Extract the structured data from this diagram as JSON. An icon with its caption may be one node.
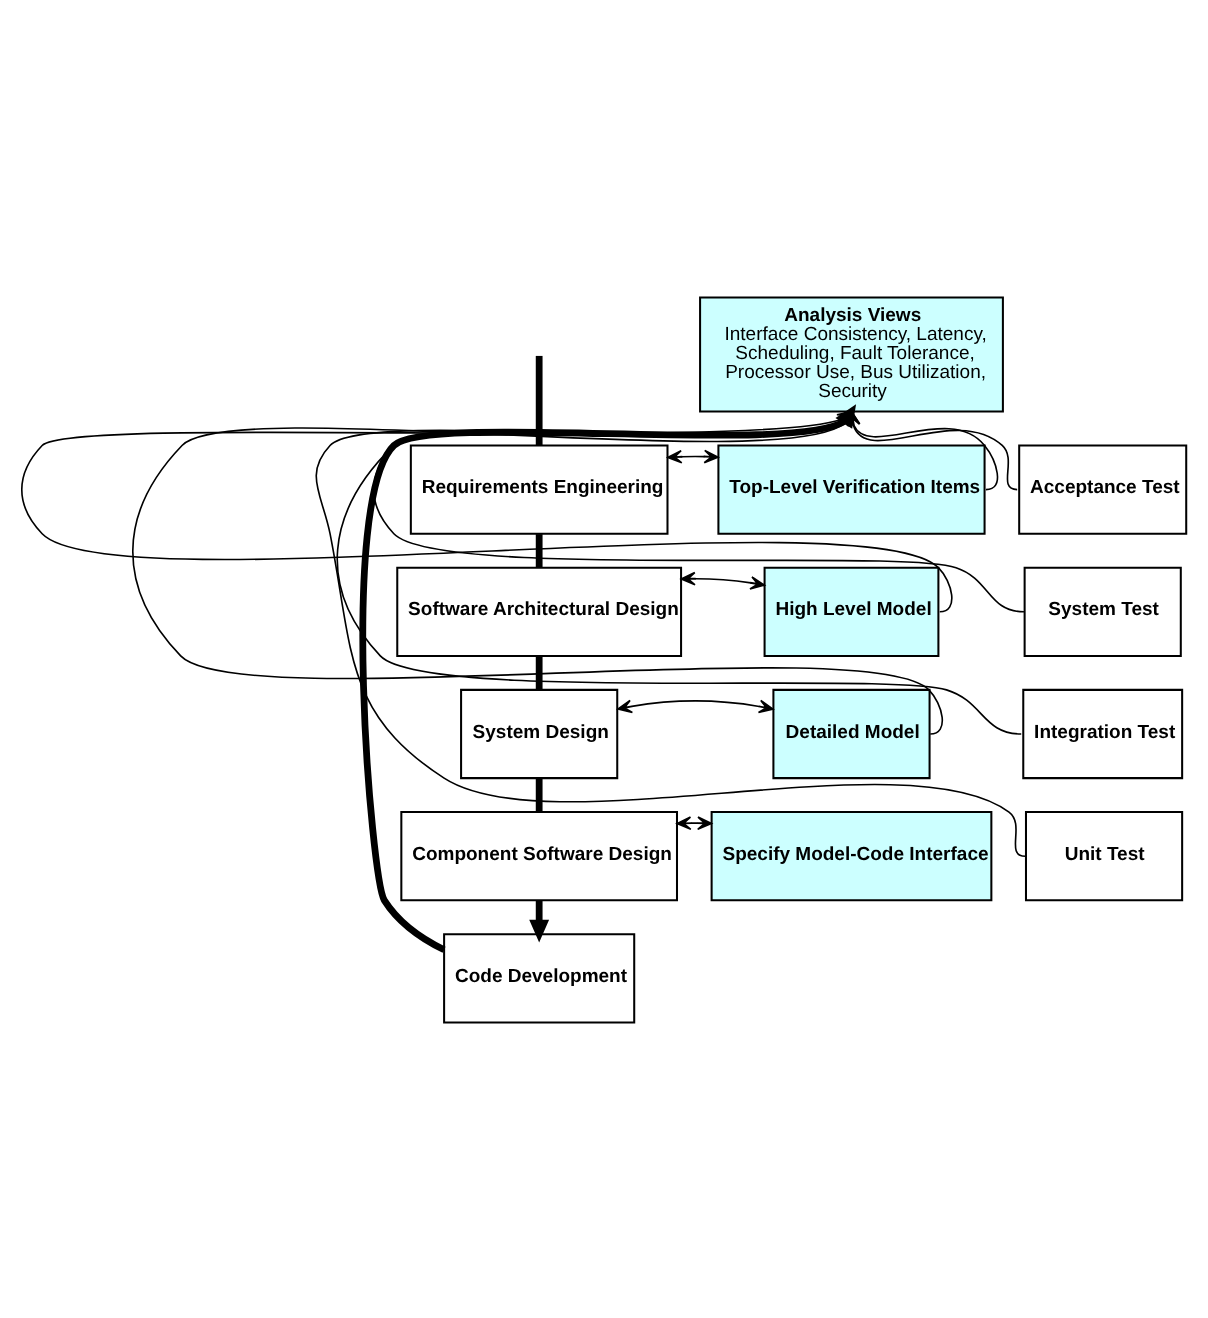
{
  "diagram": {
    "nodes": [
      {
        "text": [
          "Analysis Views",
          "Interface Consistency, Latency, Scheduling, Fault Tolerance, Processor Use, Bus Utilization, Security"
        ]
      },
      {
        "text": [
          "Requirements Engineering"
        ]
      },
      {
        "text": [
          "Top-Level Verification Items"
        ]
      },
      {
        "text": [
          "Acceptance Test"
        ]
      },
      {
        "text": [
          "Software Architectural Design"
        ]
      },
      {
        "text": [
          "High Level Model"
        ]
      },
      {
        "text": [
          "System Test"
        ]
      },
      {
        "text": [
          "System Design"
        ]
      },
      {
        "text": [
          "Detailed Model"
        ]
      },
      {
        "text": [
          "Integration Test"
        ]
      },
      {
        "text": [
          "Component Software Design"
        ]
      },
      {
        "text": [
          "Specify Model-Code Interface"
        ]
      },
      {
        "text": [
          "Unit Test"
        ]
      },
      {
        "text": [
          "Code Development"
        ]
      }
    ],
    "edges": [
      {
        "from": null,
        "to": 1,
        "arrow": "none",
        "style": "thick"
      },
      {
        "from": 1,
        "to": 4,
        "arrow": "none",
        "style": "thick"
      },
      {
        "from": 4,
        "to": 7,
        "arrow": "none",
        "style": "thick"
      },
      {
        "from": 7,
        "to": 10,
        "arrow": "none",
        "style": "thick"
      },
      {
        "from": 10,
        "to": 13,
        "arrow": "to",
        "style": "thick"
      },
      {
        "from": 1,
        "to": 2,
        "arrow": "both"
      },
      {
        "from": 4,
        "to": 5,
        "arrow": "both"
      },
      {
        "from": 7,
        "to": 8,
        "arrow": "both"
      },
      {
        "from": 10,
        "to": 11,
        "arrow": "both"
      },
      {
        "from": 2,
        "to": 0,
        "arrow": "to"
      },
      {
        "from": 5,
        "to": 0,
        "arrow": "to"
      },
      {
        "from": 8,
        "to": 0,
        "arrow": "to"
      },
      {
        "from": 3,
        "to": 0,
        "arrow": "to"
      },
      {
        "from": 6,
        "to": 0,
        "arrow": "to"
      },
      {
        "from": 9,
        "to": 0,
        "arrow": "to"
      },
      {
        "from": 12,
        "to": 0,
        "arrow": "to"
      },
      {
        "from": 13,
        "to": 0,
        "arrow": "to",
        "style": "thick"
      }
    ]
  }
}
